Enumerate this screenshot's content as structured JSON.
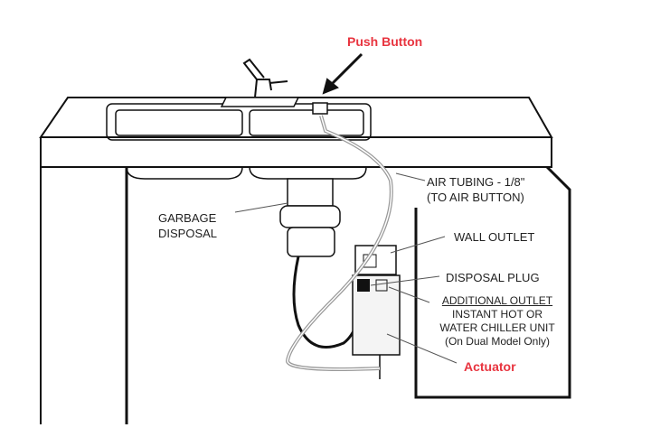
{
  "labels": {
    "push_button": "Push Button",
    "air_tubing_1": "AIR TUBING - 1/8\"",
    "air_tubing_2": "(TO AIR BUTTON)",
    "garbage_1": "GARBAGE",
    "garbage_2": "DISPOSAL",
    "wall_outlet": "WALL OUTLET",
    "disposal_plug": "DISPOSAL PLUG",
    "additional_outlet": "ADDITIONAL OUTLET",
    "instant_hot": "INSTANT HOT OR",
    "water_chiller": "WATER CHILLER UNIT",
    "dual_model": "(On Dual Model Only)",
    "actuator": "Actuator"
  },
  "colors": {
    "accent": "#e8343f",
    "line": "#111111"
  }
}
